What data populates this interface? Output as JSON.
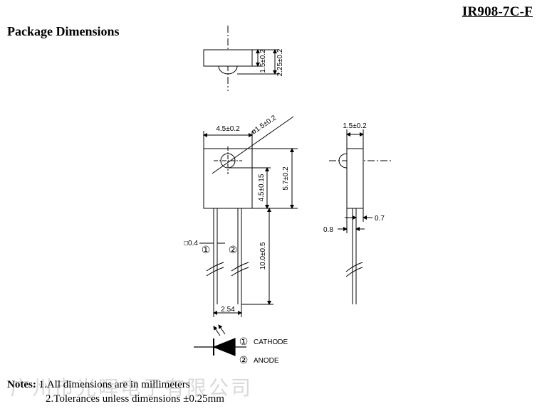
{
  "header": {
    "part_number": "IR908-7C-F",
    "section_title": "Package Dimensions"
  },
  "dimensions": {
    "top_lens_height": "1.5±0.2",
    "top_total_height": "2.25±0.2",
    "front_width": "4.5±0.2",
    "lens_diameter": "ø1.5±0.2",
    "body_height": "4.5±0.15",
    "total_body_height": "5.7±0.2",
    "side_width": "1.5±0.2",
    "lead_square": "□0.4",
    "lead_length": "10.0±0.5",
    "lead_pitch": "2.54",
    "lead_offset_right": "0.7",
    "lead_offset_left": "0.8"
  },
  "pins": {
    "pin1_marker": "①",
    "pin2_marker": "②",
    "legend_1_marker": "①",
    "legend_1_label": "CATHODE",
    "legend_2_marker": "②",
    "legend_2_label": "ANODE"
  },
  "notes": {
    "label": "Notes:",
    "line1": "1.All dimensions are in millimeters",
    "line2": "2.Tolerances unless dimensions  ±0.25mm"
  },
  "watermark": "广州市光晖电子有限公司"
}
